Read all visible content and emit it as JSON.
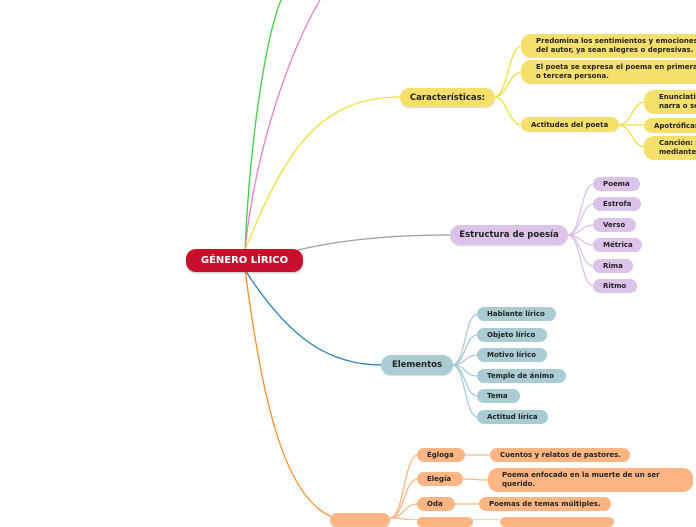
{
  "root": {
    "label": "GÉNERO LÍRICO"
  },
  "caracteristicas": {
    "label": "Características:",
    "items": [
      "Predomina los sentimientos y emociones del autor, ya sean alegres o depresivas.",
      "El poeta se expresa el poema en primera o tercera   persona."
    ],
    "actitudes": {
      "label": "Actitudes del poeta",
      "items": [
        "Enunciativa: narra o se",
        "Apotróficas:",
        "Canción: se mediante"
      ]
    }
  },
  "estructura": {
    "label": "Estructura de poesía",
    "items": [
      "Poema",
      "Estrofa",
      "Verso",
      "Métrica",
      "Rima",
      "Ritmo"
    ]
  },
  "elementos": {
    "label": "Elementos",
    "items": [
      "Hablante lírico",
      "Objeto lírico",
      "Motivo lírico",
      "Temple de ánimo",
      "Tema",
      "Actitud lírica"
    ]
  },
  "subgeneros": {
    "items": [
      {
        "label": "Égloga",
        "desc": "Cuentos y relatos de pastores."
      },
      {
        "label": "Elegía",
        "desc": "Poema enfocado en la muerte de un ser querido."
      },
      {
        "label": "Oda",
        "desc": "Poemas de temas múltiples."
      }
    ]
  },
  "colors": {
    "root": "#c8102e",
    "yellow": "#f6df6b",
    "purple": "#dcc3ea",
    "blue": "#a9cbd2",
    "orange": "#fdb683",
    "line_green": "#3ecf3e",
    "line_pink": "#e680c8",
    "line_yellow": "#f2de3a",
    "line_gray": "#9e9e9e",
    "line_blue": "#2a7fb8",
    "line_orange": "#f6902e"
  }
}
